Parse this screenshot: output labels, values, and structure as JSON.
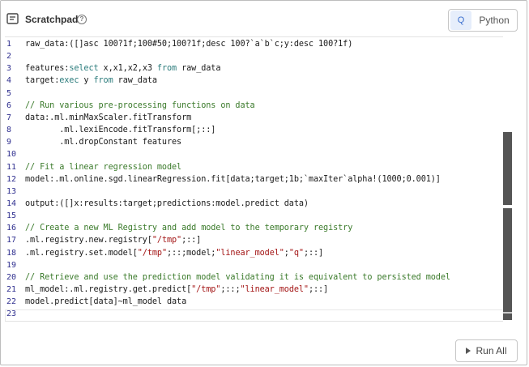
{
  "header": {
    "title": "Scratchpad",
    "help_icon": "?",
    "language_options": [
      "Q",
      "Python"
    ],
    "selected_language": "Q"
  },
  "editor": {
    "lines": [
      "raw_data:([]asc 100?1f;100#50;100?1f;desc 100?`a`b`c;y:desc 100?1f)",
      "",
      "features:select x,x1,x2,x3 from raw_data",
      "target:exec y from raw_data",
      "",
      "// Run various pre-processing functions on data",
      "data:.ml.minMaxScaler.fitTransform",
      "       .ml.lexiEncode.fitTransform[;::]",
      "       .ml.dropConstant features",
      "",
      "// Fit a linear regression model",
      "model:.ml.online.sgd.linearRegression.fit[data;target;1b;`maxIter`alpha!(1000;0.001)]",
      "",
      "output:([]x:results:target;predictions:model.predict data)",
      "",
      "// Create a new ML Registry and add model to the temporary registry",
      ".ml.registry.new.registry[\"/tmp\";::]",
      ".ml.registry.set.model[\"/tmp\";::;model;\"linear_model\";\"q\";::]",
      "",
      "// Retrieve and use the prediction model validating it is equivalent to persisted model",
      "ml_model:.ml.registry.get.predict[\"/tmp\";::;\"linear_model\";::]",
      "model.predict[data]~ml_model data",
      ""
    ],
    "line_numbers": [
      "1",
      "2",
      "3",
      "4",
      "5",
      "6",
      "7",
      "8",
      "9",
      "10",
      "11",
      "12",
      "13",
      "14",
      "15",
      "16",
      "17",
      "18",
      "19",
      "20",
      "21",
      "22",
      "23"
    ],
    "active_line": 23
  },
  "footer": {
    "run_all_label": "Run All"
  },
  "colors": {
    "accent": "#3b6fcf",
    "keyword": "#2a7b7b",
    "string": "#a31515",
    "comment": "#3a7a2a",
    "line_number": "#2f2f8f"
  }
}
